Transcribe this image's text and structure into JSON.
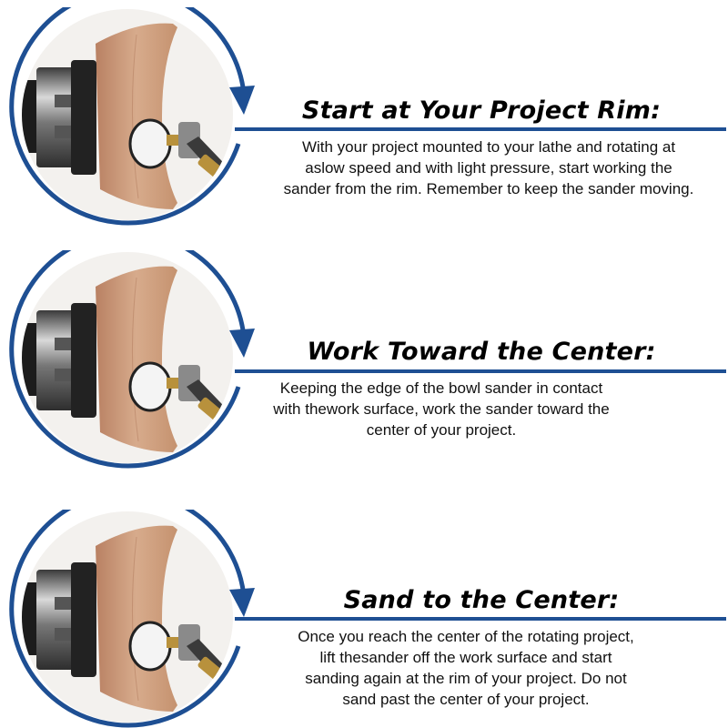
{
  "colors": {
    "accent": "#1e4f93",
    "wood": "#c99878",
    "metal": "#2b2b2b",
    "brass": "#b8913c"
  },
  "steps": [
    {
      "title": "Start at Your Project Rim:",
      "lines": [
        "With your project mounted to your lathe and rotating at",
        "aslow speed and with light pressure, start working the",
        "sander from the rim. Remember to keep the sander moving."
      ]
    },
    {
      "title": "Work Toward the Center:",
      "lines": [
        "Keeping the edge of the bowl sander in contact",
        "with thework surface, work the sander toward the",
        "center of your project."
      ]
    },
    {
      "title": "Sand to the Center:",
      "lines": [
        "Once you reach the center of the rotating project,",
        "lift thesander off the work surface and start",
        "sanding again at the rim of your project. Do not",
        "sand past the center of your project."
      ]
    }
  ]
}
